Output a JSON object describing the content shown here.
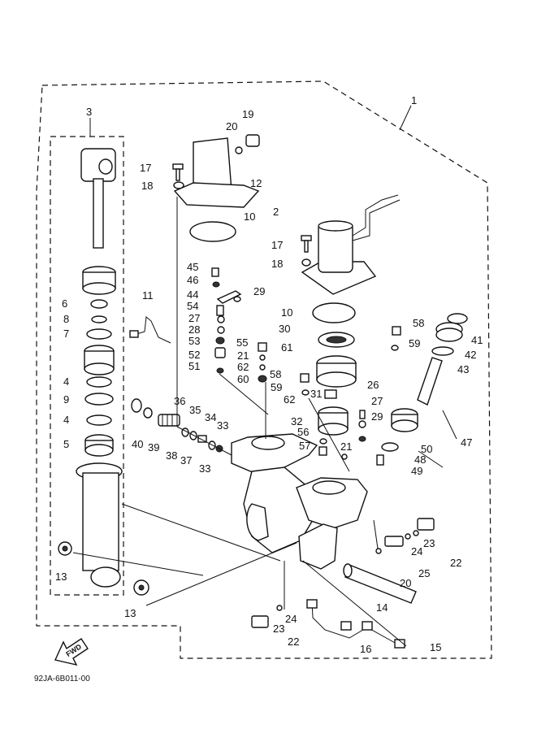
{
  "drawing_code": "92JA-6B011-00",
  "fwd_label": "FWD",
  "callouts": [
    "1",
    "2",
    "3",
    "6",
    "8",
    "7",
    "4",
    "9",
    "4",
    "5",
    "40",
    "39",
    "38",
    "37",
    "36",
    "35",
    "34",
    "33",
    "33",
    "13",
    "13",
    "17",
    "18",
    "12",
    "10",
    "20",
    "19",
    "45",
    "46",
    "44",
    "29",
    "54",
    "27",
    "28",
    "53",
    "52",
    "51",
    "11",
    "17",
    "18",
    "55",
    "21",
    "62",
    "60",
    "10",
    "30",
    "61",
    "58",
    "59",
    "41",
    "42",
    "43",
    "59",
    "58",
    "31",
    "62",
    "26",
    "27",
    "32",
    "29",
    "56",
    "57",
    "21",
    "50",
    "47",
    "48",
    "49",
    "23",
    "24",
    "22",
    "25",
    "20",
    "14",
    "24",
    "23",
    "22",
    "16",
    "15"
  ]
}
